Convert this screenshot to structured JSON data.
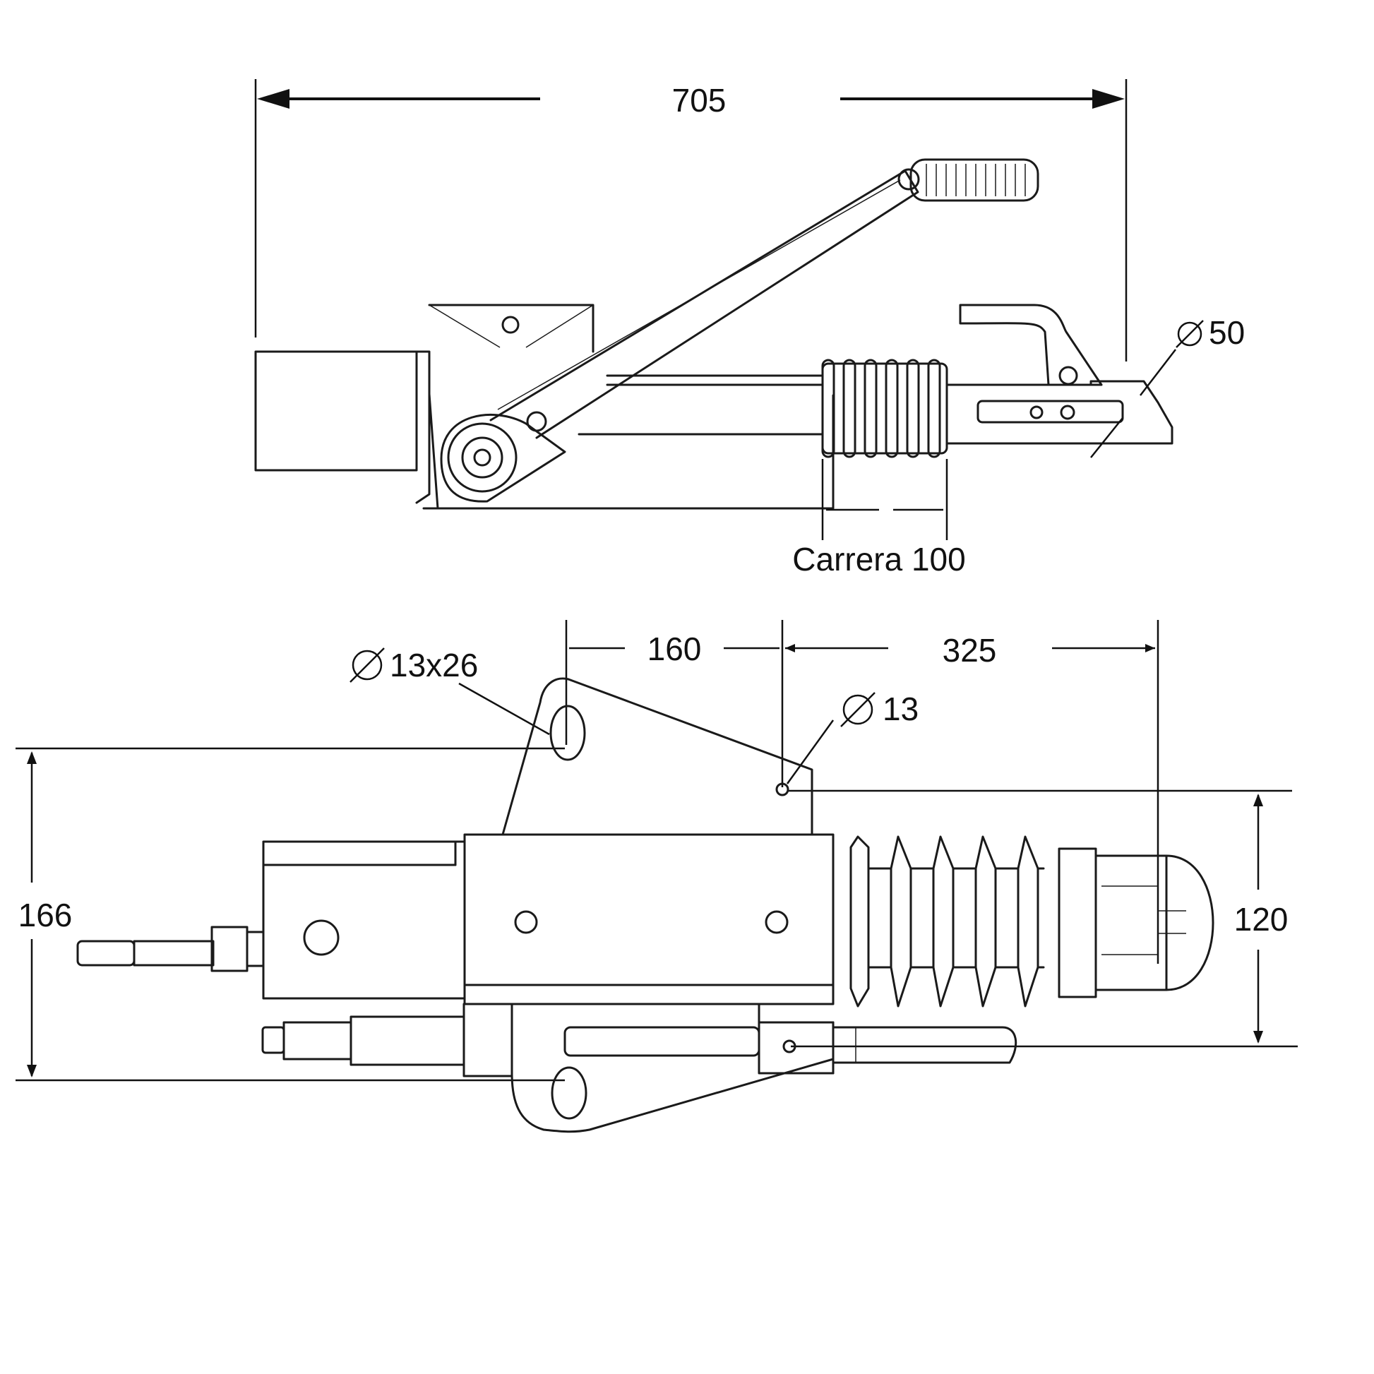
{
  "top_view": {
    "overall_length": "705",
    "ball_diameter": "50",
    "stroke_label": "Carrera 100"
  },
  "side_view": {
    "slot_hole": "13x26",
    "dim_left": "160",
    "dim_right": "325",
    "small_hole": "13",
    "height_overall": "166",
    "height_axis": "120"
  },
  "colors": {
    "line": "#1a1a1a",
    "background": "#ffffff"
  }
}
